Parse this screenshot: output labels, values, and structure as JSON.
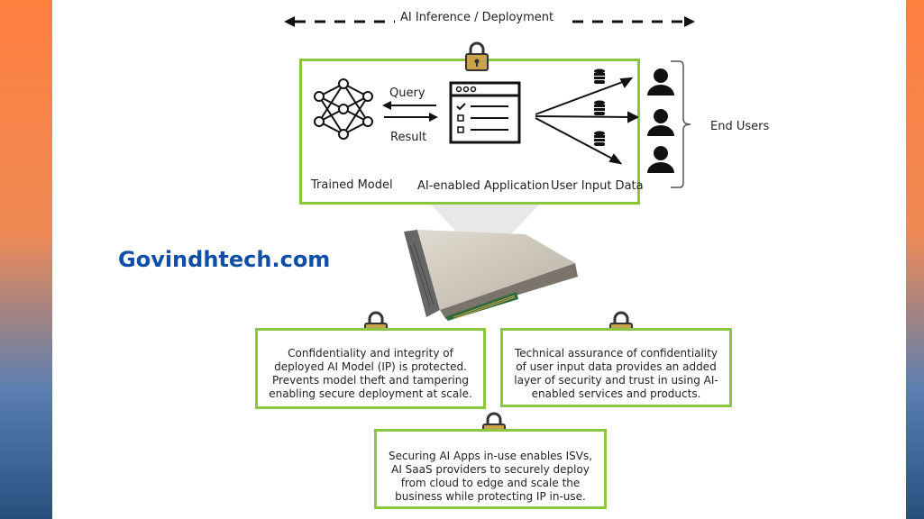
{
  "header": {
    "title": "AI Inference / Deployment"
  },
  "diagram": {
    "trained_model_label": "Trained Model",
    "app_label": "AI-enabled Application",
    "user_input_label": "User Input Data",
    "query_label": "Query",
    "result_label": "Result",
    "end_users_label": "End Users"
  },
  "brand": {
    "text": "Govindhtech.com"
  },
  "cards": [
    {
      "text": "Confidentiality and integrity of deployed AI Model (IP) is protected. Prevents model theft and tampering enabling secure deployment at scale."
    },
    {
      "text": "Technical assurance of confidentiality of user input data provides an added layer of security and trust in using AI-enabled services and products."
    },
    {
      "text": "Securing AI Apps in-use enables ISVs, AI SaaS providers to securely deploy from cloud to edge and scale the business while protecting IP in-use."
    }
  ],
  "colors": {
    "green": "#8cc63f",
    "brand": "#0f4fa6",
    "lock": "#c9a24a"
  },
  "icons": [
    "lock-icon",
    "neural-network-icon",
    "application-window-icon",
    "database-icon",
    "user-icon",
    "gpu-card-icon"
  ]
}
